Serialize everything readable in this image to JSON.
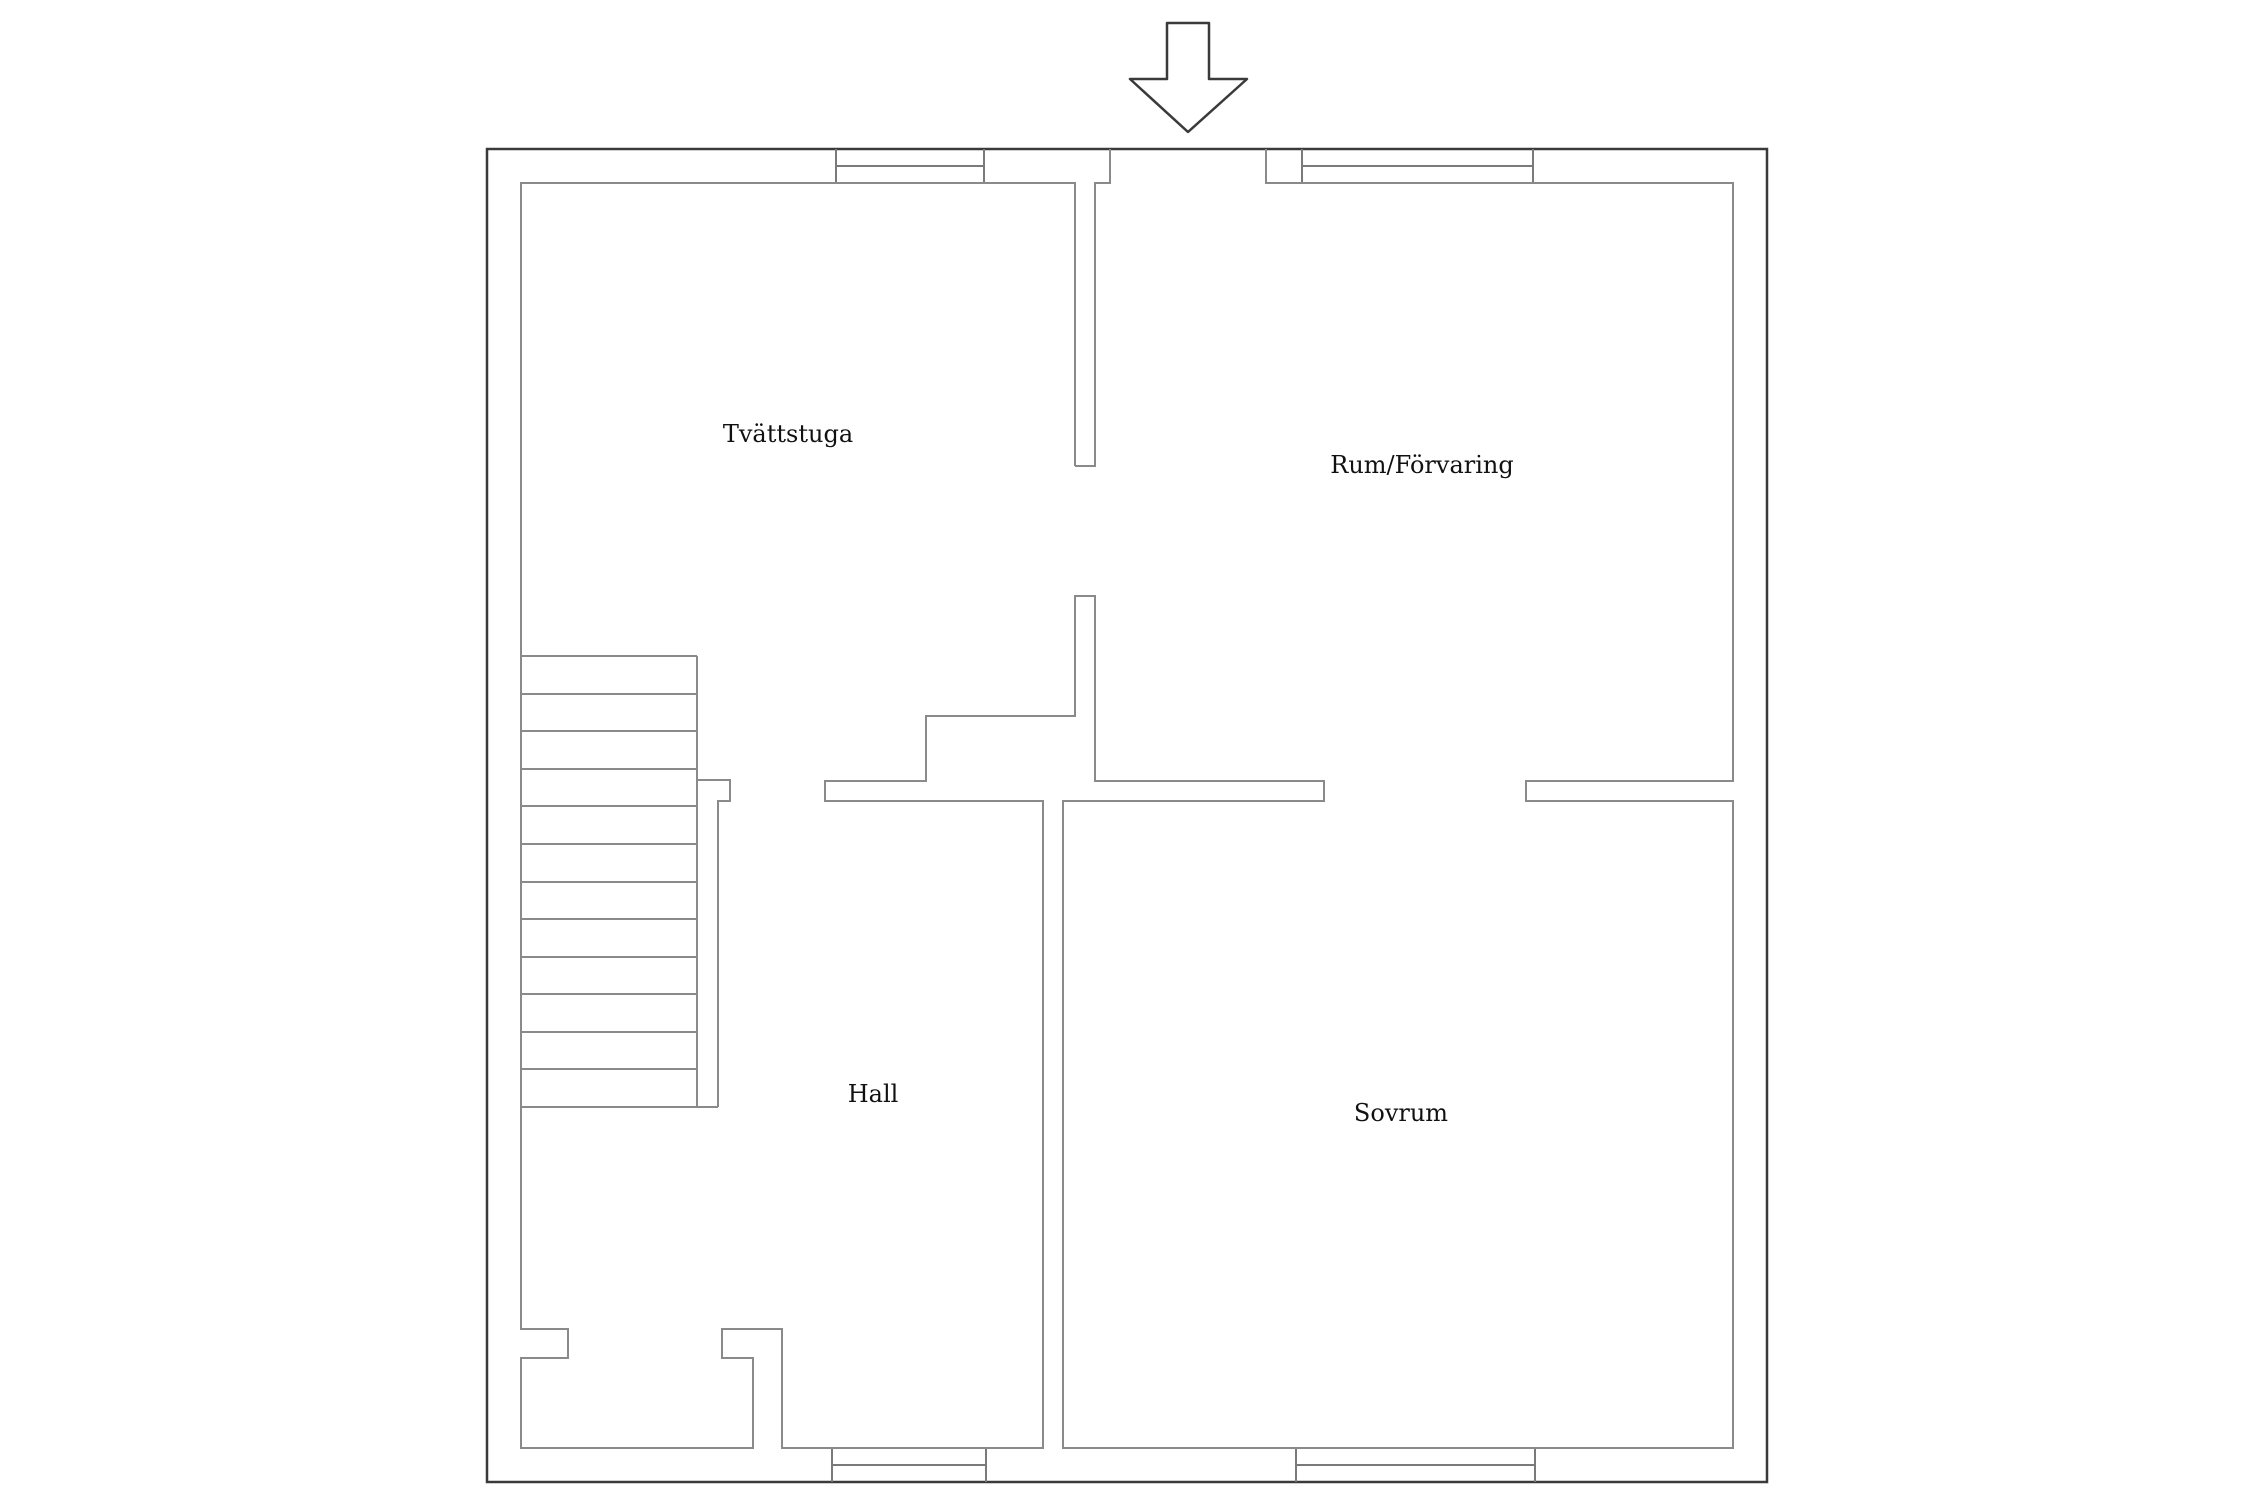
{
  "plan": {
    "type": "floor-plan",
    "entrance_marker": "down-arrow-icon",
    "rooms": [
      {
        "id": "tvattstuga",
        "label": "Tvättstuga"
      },
      {
        "id": "rum-forvaring",
        "label": "Rum/Förvaring"
      },
      {
        "id": "hall",
        "label": "Hall"
      },
      {
        "id": "sovrum",
        "label": "Sovrum"
      }
    ],
    "colors": {
      "outer_wall": "#3a3a3a",
      "inner_wall": "#8a8a8a",
      "background": "#ffffff",
      "text": "#111111"
    }
  }
}
